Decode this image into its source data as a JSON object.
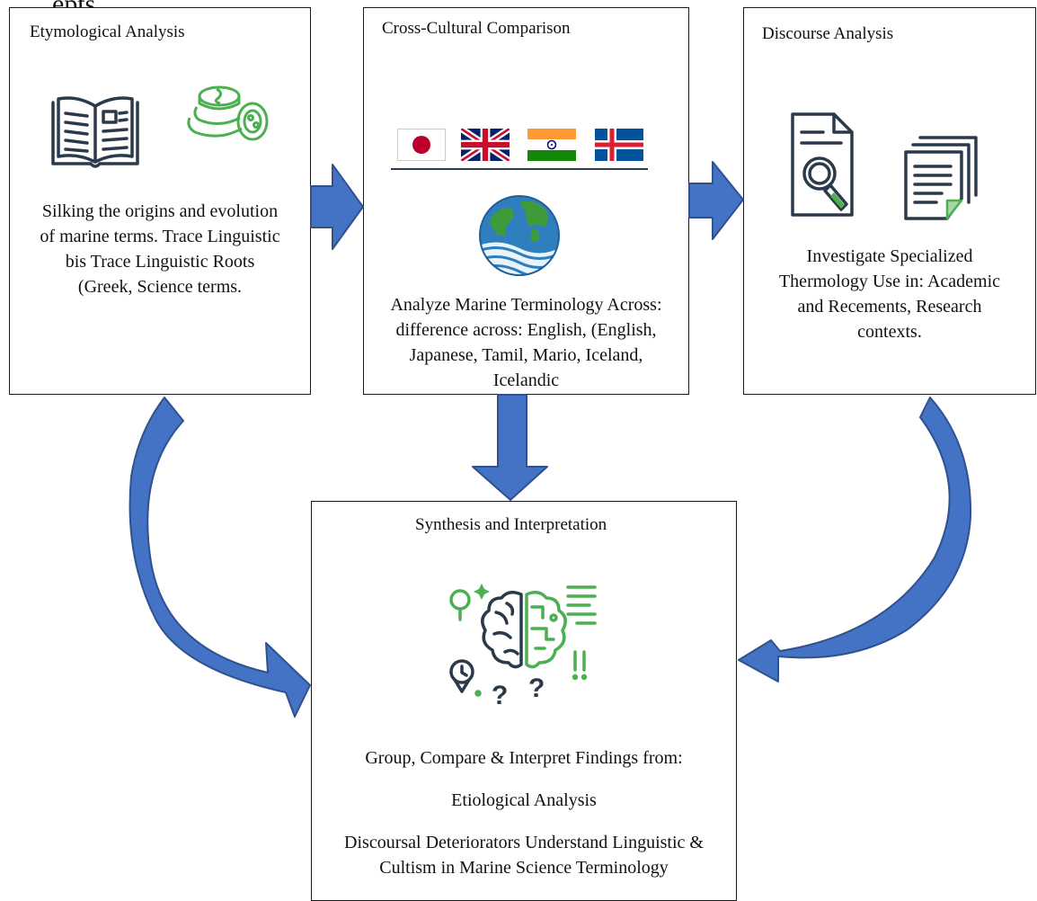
{
  "header_fragment": "epts",
  "boxes": {
    "etymological": {
      "title": "Etymological Analysis",
      "body": [
        "Silking the origins and evolution",
        "of marine terms. Trace Linguistic",
        "bis Trace Linguistic Roots",
        "(Greek, Science terms."
      ]
    },
    "cross_cultural": {
      "title": "Cross-Cultural Comparison",
      "body": [
        "Analyze Marine Terminology Across:",
        "difference across: English, (English,",
        "Japanese, Tamil, Mario, Iceland,",
        "Icelandic"
      ]
    },
    "discourse": {
      "title": "Discourse Analysis",
      "body": [
        "Investigate Specialized",
        "Thermology Use in: Academic",
        "and Recements, Research",
        "contexts."
      ]
    },
    "synthesis": {
      "title": "Synthesis and Interpretation",
      "body": [
        "Group, Compare & Interpret Findings from:",
        "",
        "Etiological Analysis",
        "",
        "Discoursal Deteriorators Understand Linguistic &",
        "Cultism in Marine Science Terminology"
      ]
    }
  },
  "icons": [
    "open-book-icon",
    "coins-icon",
    "japan-flag-icon",
    "uk-flag-icon",
    "india-flag-icon",
    "iceland-flag-icon",
    "globe-icon",
    "document-search-icon",
    "documents-stack-icon",
    "brain-analysis-icon"
  ],
  "colors": {
    "arrow_fill": "#4472c4",
    "arrow_stroke": "#2f528f",
    "icon_dark": "#2b3a4a",
    "icon_green": "#4caf50",
    "border": "#1a1a1a"
  }
}
